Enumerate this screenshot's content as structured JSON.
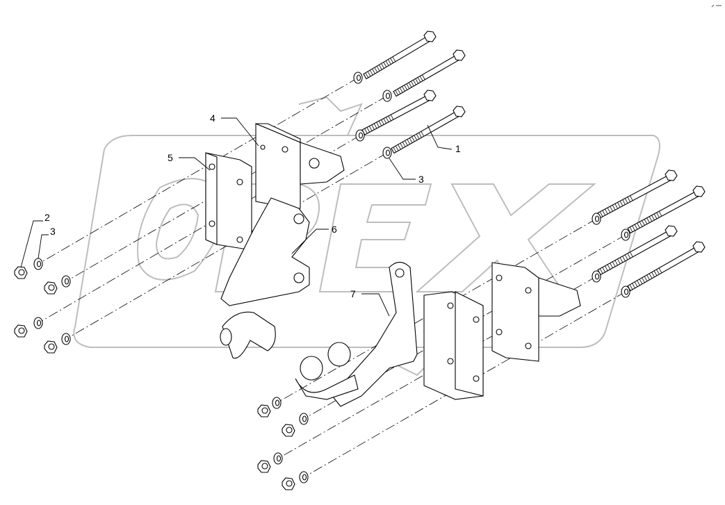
{
  "diagram": {
    "watermark": "OPEX",
    "callouts": [
      {
        "id": "c1",
        "text": "1"
      },
      {
        "id": "c3a",
        "text": "3"
      },
      {
        "id": "c4",
        "text": "4"
      },
      {
        "id": "c5",
        "text": "5"
      },
      {
        "id": "c6",
        "text": "6"
      },
      {
        "id": "c7",
        "text": "7"
      },
      {
        "id": "c2",
        "text": "2"
      },
      {
        "id": "c3b",
        "text": "3"
      }
    ],
    "colors": {
      "line": "#000000",
      "watermark": "#bdbdbd",
      "background": "#ffffff"
    }
  }
}
